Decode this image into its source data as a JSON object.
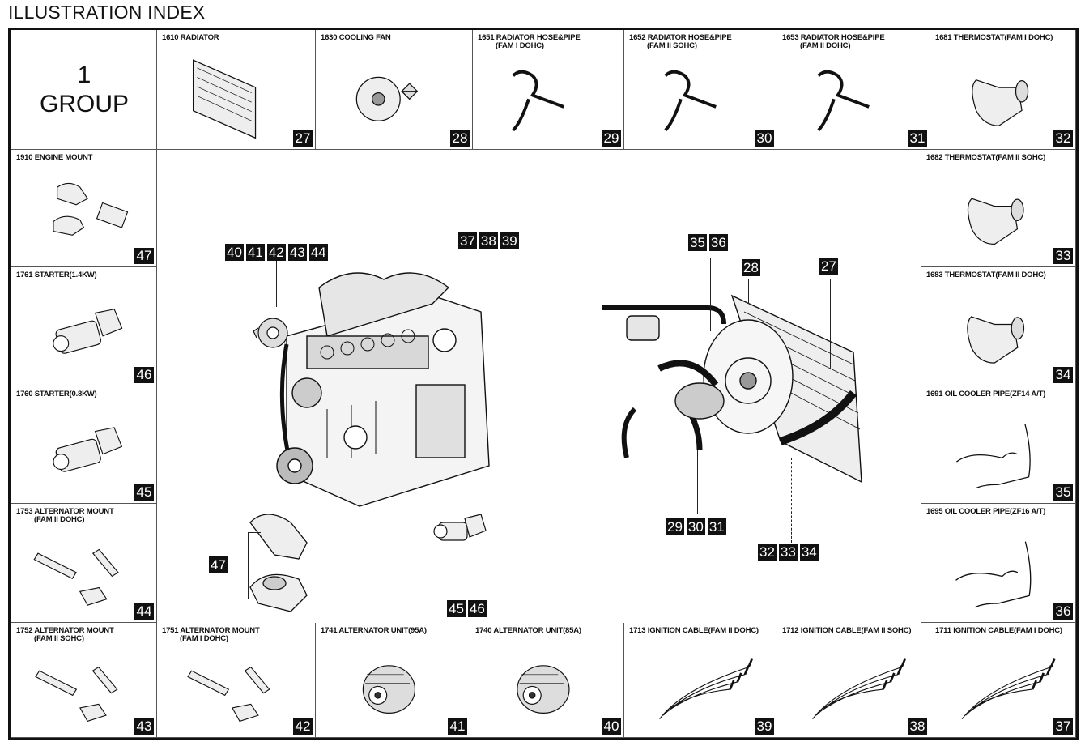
{
  "page": {
    "title": "ILLUSTRATION INDEX"
  },
  "group": {
    "number": "1",
    "label": "GROUP"
  },
  "top_row": [
    {
      "code": "1610",
      "name": "RADIATOR",
      "sub": "",
      "ref": "27",
      "icon": "radiator-icon"
    },
    {
      "code": "1630",
      "name": "COOLING FAN",
      "sub": "",
      "ref": "28",
      "icon": "cooling-fan-icon"
    },
    {
      "code": "1651",
      "name": "RADIATOR HOSE&PIPE",
      "sub": "(FAM I DOHC)",
      "ref": "29",
      "icon": "hose-pipe-icon"
    },
    {
      "code": "1652",
      "name": "RADIATOR HOSE&PIPE",
      "sub": "(FAM II SOHC)",
      "ref": "30",
      "icon": "hose-pipe-icon"
    },
    {
      "code": "1653",
      "name": "RADIATOR HOSE&PIPE",
      "sub": "(FAM II DOHC)",
      "ref": "31",
      "icon": "hose-pipe-icon"
    },
    {
      "code": "1681",
      "name": "THERMOSTAT(FAM I DOHC)",
      "sub": "",
      "ref": "32",
      "icon": "thermostat-icon"
    }
  ],
  "left_col": [
    {
      "code": "1910",
      "name": "ENGINE MOUNT",
      "sub": "",
      "ref": "47",
      "icon": "engine-mount-icon"
    },
    {
      "code": "1761",
      "name": "STARTER(1.4KW)",
      "sub": "",
      "ref": "46",
      "icon": "starter-icon"
    },
    {
      "code": "1760",
      "name": "STARTER(0.8KW)",
      "sub": "",
      "ref": "45",
      "icon": "starter-icon"
    },
    {
      "code": "1753",
      "name": "ALTERNATOR MOUNT",
      "sub": "(FAM II DOHC)",
      "ref": "44",
      "icon": "alternator-mount-icon"
    }
  ],
  "right_col": [
    {
      "code": "1682",
      "name": "THERMOSTAT(FAM II SOHC)",
      "sub": "",
      "ref": "33",
      "icon": "thermostat-icon"
    },
    {
      "code": "1683",
      "name": "THERMOSTAT(FAM II DOHC)",
      "sub": "",
      "ref": "34",
      "icon": "thermostat-icon"
    },
    {
      "code": "1691",
      "name": "OIL COOLER PIPE(ZF14 A/T)",
      "sub": "",
      "ref": "35",
      "icon": "oil-cooler-pipe-icon"
    },
    {
      "code": "1695",
      "name": "OIL COOLER PIPE(ZF16 A/T)",
      "sub": "",
      "ref": "36",
      "icon": "oil-cooler-pipe-icon"
    }
  ],
  "bottom_row": [
    {
      "code": "1752",
      "name": "ALTERNATOR MOUNT",
      "sub": "(FAM II SOHC)",
      "ref": "43",
      "icon": "alternator-mount-icon"
    },
    {
      "code": "1751",
      "name": "ALTERNATOR MOUNT",
      "sub": "(FAM I DOHC)",
      "ref": "42",
      "icon": "alternator-mount-icon"
    },
    {
      "code": "1741",
      "name": "ALTERNATOR UNIT(95A)",
      "sub": "",
      "ref": "41",
      "icon": "alternator-icon"
    },
    {
      "code": "1740",
      "name": "ALTERNATOR UNIT(85A)",
      "sub": "",
      "ref": "40",
      "icon": "alternator-icon"
    },
    {
      "code": "1713",
      "name": "IGNITION CABLE(FAM II DOHC)",
      "sub": "",
      "ref": "39",
      "icon": "ignition-cable-icon"
    },
    {
      "code": "1712",
      "name": "IGNITION CABLE(FAM II SOHC)",
      "sub": "",
      "ref": "38",
      "icon": "ignition-cable-icon"
    },
    {
      "code": "1711",
      "name": "IGNITION CABLE(FAM I DOHC)",
      "sub": "",
      "ref": "37",
      "icon": "ignition-cable-icon"
    }
  ],
  "callouts": {
    "alternator_group": [
      "40",
      "41",
      "42",
      "43",
      "44"
    ],
    "ignition_group": [
      "37",
      "38",
      "39"
    ],
    "hose_top": [
      "35",
      "36"
    ],
    "fan": [
      "28"
    ],
    "radiator": [
      "27"
    ],
    "hose_pipe_group": [
      "29",
      "30",
      "31"
    ],
    "thermostat_group": [
      "32",
      "33",
      "34"
    ],
    "engine_mount": [
      "47"
    ],
    "starter_group": [
      "45",
      "46"
    ]
  }
}
